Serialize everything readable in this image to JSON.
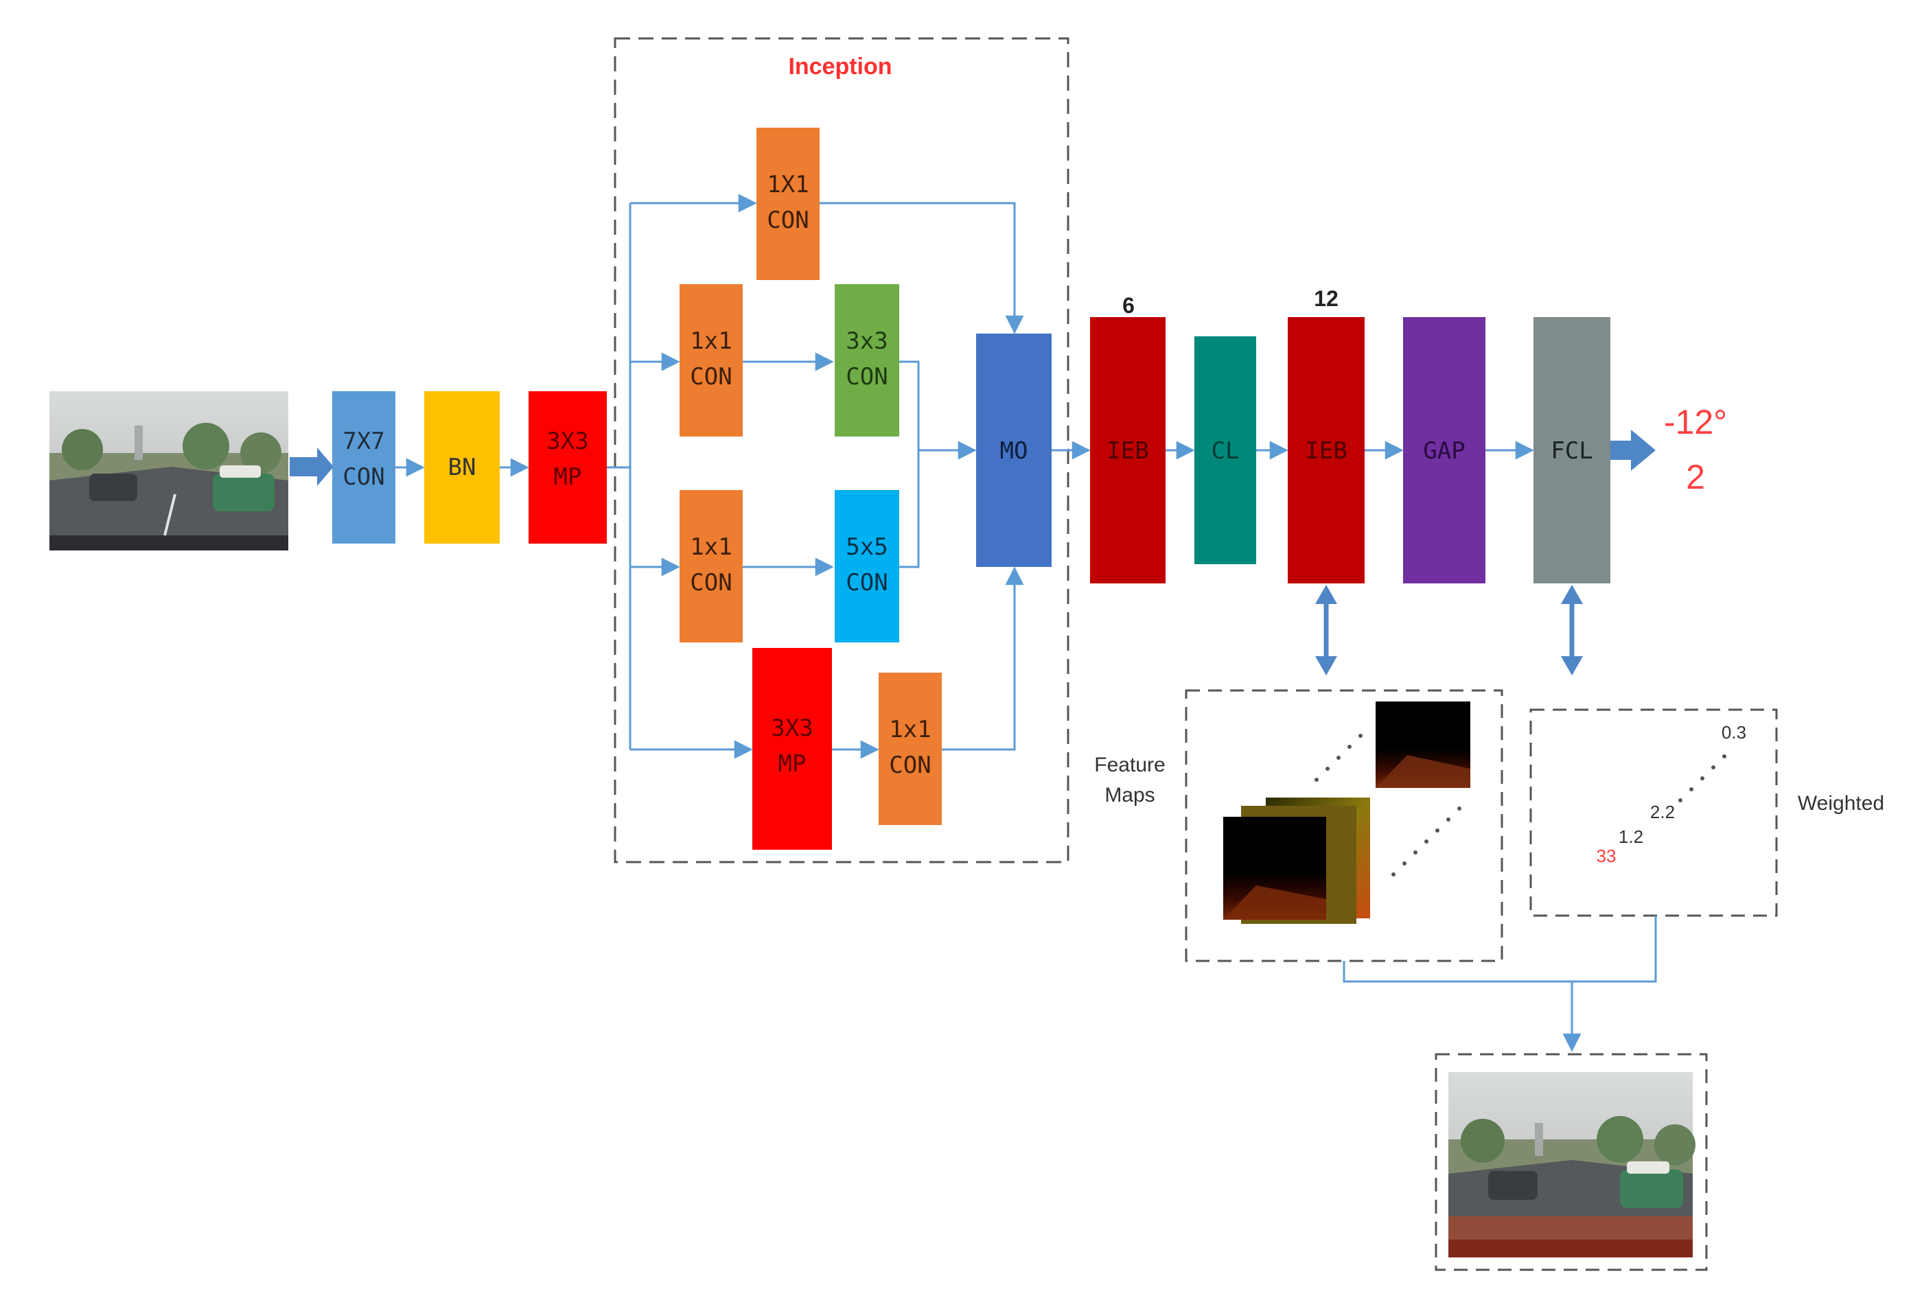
{
  "inception": {
    "title": "Inception"
  },
  "blocks": {
    "conv7": [
      "7X7",
      "CON"
    ],
    "bn": [
      "BN"
    ],
    "mp1": [
      "3X3",
      "MP"
    ],
    "inc_1x1_top": [
      "1X1",
      "CON"
    ],
    "inc_1x1_a": [
      "1x1",
      "CON"
    ],
    "inc_3x3": [
      "3x3",
      "CON"
    ],
    "inc_1x1_b": [
      "1x1",
      "CON"
    ],
    "inc_5x5": [
      "5x5",
      "CON"
    ],
    "inc_mp": [
      "3X3",
      "MP"
    ],
    "inc_1x1_c": [
      "1x1",
      "CON"
    ],
    "mo": [
      "MO"
    ],
    "ieb1": [
      "IEB"
    ],
    "cl": [
      "CL"
    ],
    "ieb2": [
      "IEB"
    ],
    "gap": [
      "GAP"
    ],
    "fcl": [
      "FCL"
    ]
  },
  "counts": {
    "ieb1": "6",
    "ieb2": "12"
  },
  "output": {
    "angle": "-12°",
    "value": "2"
  },
  "feature_maps": {
    "label_line1": "Feature",
    "label_line2": "Maps"
  },
  "weighted": {
    "label": "Weighted",
    "values": [
      "0.3",
      "2.2",
      "1.2",
      "33"
    ]
  },
  "colors": {
    "conv7": "#5b9bd5",
    "bn": "#ffc000",
    "mp": "#ff0000",
    "orange": "#ed7d31",
    "green": "#70ad47",
    "cyan": "#00b0f0",
    "mo": "#4472c4",
    "ieb": "#c00000",
    "cl": "#00897b",
    "gap": "#7030a0",
    "fcl": "#7f8c8d",
    "arrow": "#5b9bd5",
    "accent_red": "#ff4040"
  }
}
